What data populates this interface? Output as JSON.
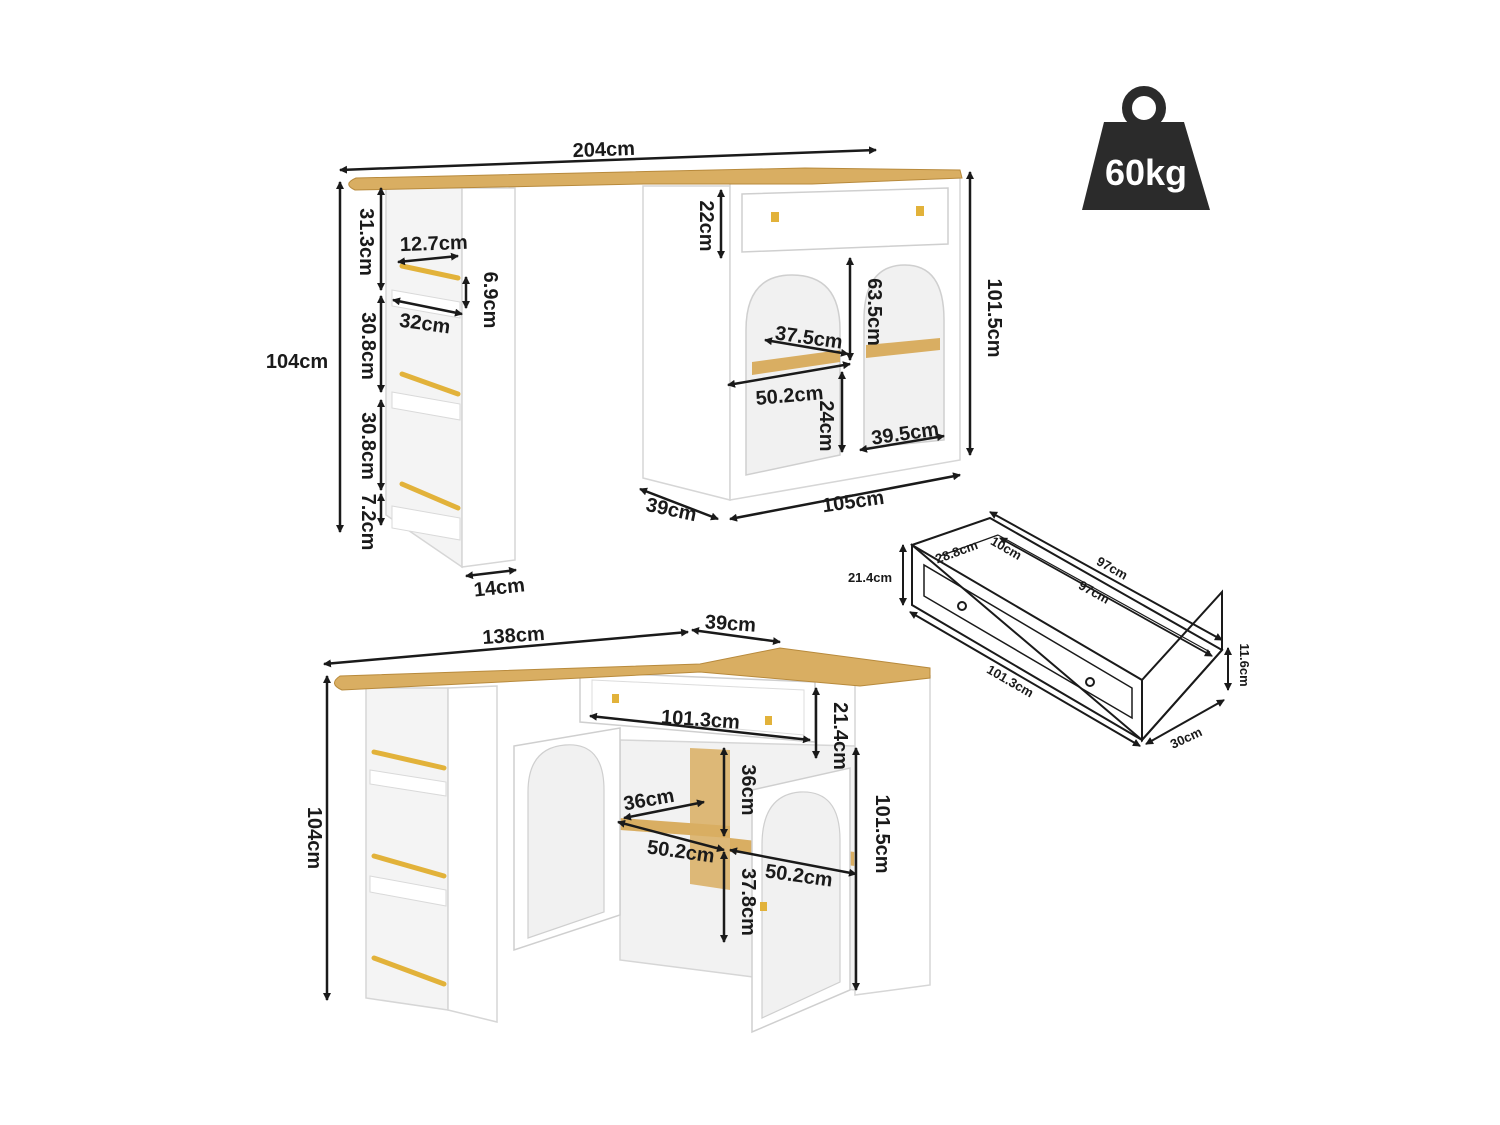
{
  "colors": {
    "wood": "#d9ae62",
    "wood_dark": "#b88a3c",
    "white": "#ffffff",
    "panel": "#f3f3f3",
    "outline": "#d5d5d5",
    "arrow": "#1a1a1a",
    "gold": "#e2b23a",
    "weight_badge": "#2b2b2b"
  },
  "weight": {
    "label": "60kg",
    "icon": "weight-icon"
  },
  "top_view": {
    "total_width": "204cm",
    "height": "104cm",
    "shelf_top": "31.3cm",
    "shelf_depth_top": "12.7cm",
    "lip_height": "6.9cm",
    "shelf_width": "32cm",
    "shelf_mid": "30.8cm",
    "shelf_low": "30.8cm",
    "base_gap": "7.2cm",
    "rack_depth": "14cm",
    "drawer_height": "22cm",
    "door_height": "63.5cm",
    "shelf_depth_inner": "37.5cm",
    "cabinet_shelf_width": "50.2cm",
    "lower_height": "24cm",
    "lower_depth": "39.5cm",
    "cabinet_height": "101.5cm",
    "cabinet_depth": "39cm",
    "cabinet_width": "105cm"
  },
  "drawer_detail": {
    "height": "21.4cm",
    "inner_depth": "28.8cm",
    "inner_height": "10cm",
    "outer_length": "97cm",
    "inner_length": "97cm",
    "front_length": "101.3cm",
    "side_height": "11.6cm",
    "depth": "30cm"
  },
  "bottom_view": {
    "top_width": "138cm",
    "top_depth": "39cm",
    "drawer_width": "101.3cm",
    "drawer_height": "21.4cm",
    "height": "104cm",
    "upper_height": "36cm",
    "shelf_depth": "36cm",
    "shelf_width_left": "50.2cm",
    "shelf_width_right": "50.2cm",
    "lower_height": "37.8cm",
    "cabinet_height": "101.5cm"
  }
}
